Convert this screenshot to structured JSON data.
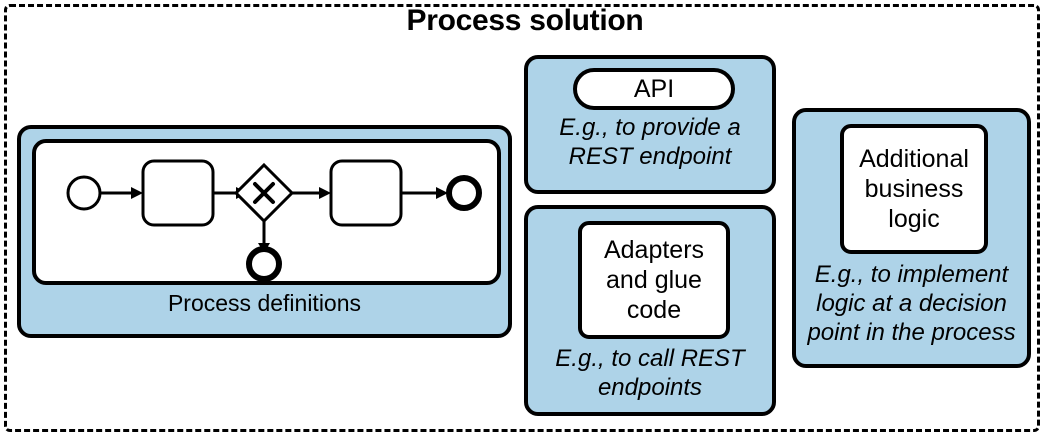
{
  "diagram": {
    "title": "Process solution",
    "colors": {
      "card_fill": "#aed3e8",
      "panel_fill": "#ffffff",
      "stroke": "#000000"
    },
    "process_block": {
      "caption": "Process definitions",
      "bpmn": {
        "nodes": [
          {
            "type": "start-event",
            "label": ""
          },
          {
            "type": "task",
            "label": ""
          },
          {
            "type": "exclusive-gateway",
            "label": "X"
          },
          {
            "type": "task",
            "label": ""
          },
          {
            "type": "end-event",
            "label": ""
          },
          {
            "type": "end-event",
            "label": ""
          }
        ],
        "flows": [
          {
            "from": "start-event",
            "to": "task-1"
          },
          {
            "from": "task-1",
            "to": "exclusive-gateway"
          },
          {
            "from": "exclusive-gateway",
            "to": "task-2"
          },
          {
            "from": "task-2",
            "to": "end-event-1"
          },
          {
            "from": "exclusive-gateway",
            "to": "end-event-2"
          }
        ]
      }
    },
    "api_block": {
      "heading": "API",
      "note_line_1": "E.g., to provide a",
      "note_line_2": "REST endpoint"
    },
    "adapters_block": {
      "heading_line_1": "Adapters",
      "heading_line_2": "and glue",
      "heading_line_3": "code",
      "note_line_1": "E.g., to call REST",
      "note_line_2": "endpoints"
    },
    "logic_block": {
      "heading_line_1": "Additional",
      "heading_line_2": "business",
      "heading_line_3": "logic",
      "note_line_1": "E.g., to implement",
      "note_line_2": "logic at a decision",
      "note_line_3": "point in the process"
    }
  }
}
